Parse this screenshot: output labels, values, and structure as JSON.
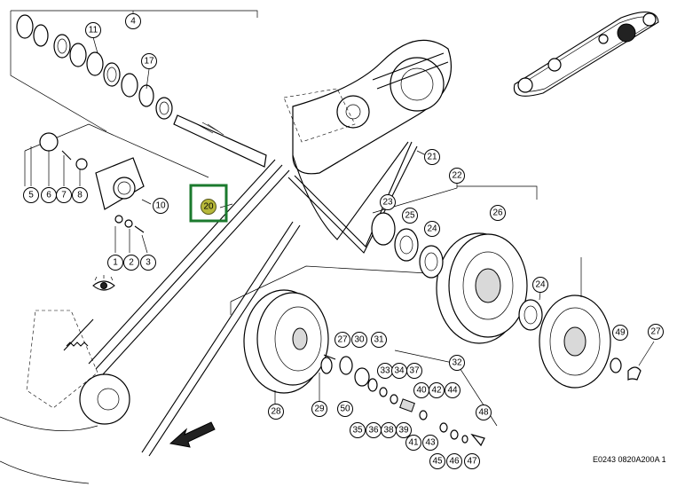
{
  "diagram": {
    "reference_code": "E0243 0820A200A 1",
    "highlight": {
      "label": "20",
      "box_color": "#1b7a2e",
      "fill_color": "#b7b83a"
    },
    "callouts": [
      {
        "id": "c4",
        "label": "4"
      },
      {
        "id": "c11",
        "label": "11"
      },
      {
        "id": "c17",
        "label": "17"
      },
      {
        "id": "c5",
        "label": "5"
      },
      {
        "id": "c6",
        "label": "6"
      },
      {
        "id": "c7",
        "label": "7"
      },
      {
        "id": "c8",
        "label": "8"
      },
      {
        "id": "c10",
        "label": "10"
      },
      {
        "id": "c1",
        "label": "1"
      },
      {
        "id": "c2",
        "label": "2"
      },
      {
        "id": "c3",
        "label": "3"
      },
      {
        "id": "c21",
        "label": "21"
      },
      {
        "id": "c22",
        "label": "22"
      },
      {
        "id": "c23",
        "label": "23"
      },
      {
        "id": "c25",
        "label": "25"
      },
      {
        "id": "c26",
        "label": "26"
      },
      {
        "id": "c24a",
        "label": "24"
      },
      {
        "id": "c24b",
        "label": "24"
      },
      {
        "id": "c49",
        "label": "49"
      },
      {
        "id": "c27a",
        "label": "27"
      },
      {
        "id": "c27b",
        "label": "27"
      },
      {
        "id": "c30",
        "label": "30"
      },
      {
        "id": "c31",
        "label": "31"
      },
      {
        "id": "c32",
        "label": "32"
      },
      {
        "id": "c33",
        "label": "33"
      },
      {
        "id": "c34",
        "label": "34"
      },
      {
        "id": "c37",
        "label": "37"
      },
      {
        "id": "c40",
        "label": "40"
      },
      {
        "id": "c42",
        "label": "42"
      },
      {
        "id": "c44",
        "label": "44"
      },
      {
        "id": "c28",
        "label": "28"
      },
      {
        "id": "c29",
        "label": "29"
      },
      {
        "id": "c50",
        "label": "50"
      },
      {
        "id": "c35",
        "label": "35"
      },
      {
        "id": "c36",
        "label": "36"
      },
      {
        "id": "c38",
        "label": "38"
      },
      {
        "id": "c39",
        "label": "39"
      },
      {
        "id": "c41",
        "label": "41"
      },
      {
        "id": "c43",
        "label": "43"
      },
      {
        "id": "c45",
        "label": "45"
      },
      {
        "id": "c46",
        "label": "46"
      },
      {
        "id": "c47",
        "label": "47"
      },
      {
        "id": "c48",
        "label": "48"
      }
    ],
    "icons": {
      "eye": "eye-icon",
      "arrow": "direction-arrow-icon",
      "belt_layout": "belt-layout-thumbnail-icon"
    }
  }
}
